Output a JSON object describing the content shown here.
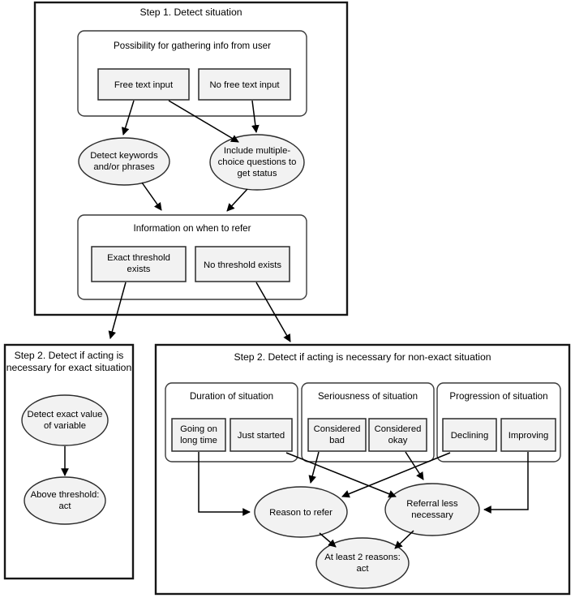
{
  "diagram": {
    "title_step1": "Step 1. Detect situation",
    "title_step2_exact": [
      "Step 2. Detect if acting is",
      "necessary for exact situation"
    ],
    "title_step2_nonexact": "Step 2. Detect if acting is necessary for non-exact situation",
    "groups": {
      "possibility": "Possibility for gathering info from user",
      "information": "Information on when to refer",
      "duration": "Duration of situation",
      "seriousness": "Seriousness of situation",
      "progression": "Progression of situation"
    },
    "boxes": {
      "free_text": "Free text input",
      "no_free_text": "No free text input",
      "exact_threshold": [
        "Exact threshold",
        "exists"
      ],
      "no_threshold": "No threshold exists",
      "going_on_long": [
        "Going on",
        "long time"
      ],
      "just_started": "Just started",
      "considered_bad": [
        "Considered",
        "bad"
      ],
      "considered_okay": [
        "Considered",
        "okay"
      ],
      "declining": "Declining",
      "improving": "Improving"
    },
    "ellipses": {
      "detect_keywords": [
        "Detect keywords",
        "and/or phrases"
      ],
      "include_mc": [
        "Include multiple-",
        "choice questions to",
        "get status"
      ],
      "detect_exact_value": [
        "Detect exact value",
        "of variable"
      ],
      "above_threshold": [
        "Above threshold:",
        "act"
      ],
      "reason_to_refer": [
        "Reason to refer"
      ],
      "referral_less": [
        "Referral less",
        "necessary"
      ],
      "at_least_two": [
        "At least 2 reasons:",
        "act"
      ]
    },
    "colors": {
      "leaf_fill": "#f2f2f2",
      "ellipse_fill": "#f2f2f2",
      "panel_stroke": "#161616",
      "background": "#ffffff"
    }
  }
}
